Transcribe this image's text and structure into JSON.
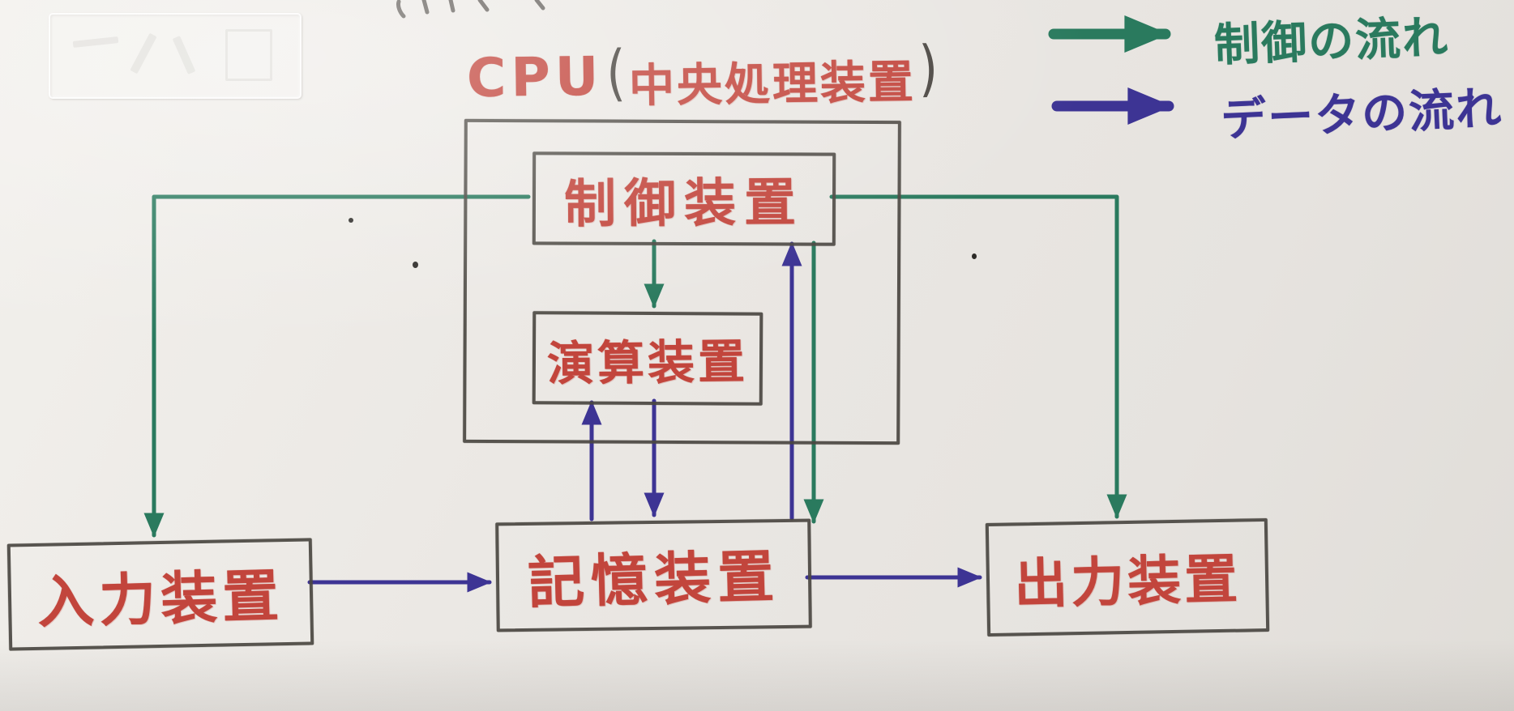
{
  "title": {
    "cpu": "CPU",
    "paren_open": "(",
    "name": "中央処理装置",
    "paren_close": ")"
  },
  "nodes": {
    "control": "制御装置",
    "alu": "演算装置",
    "input": "入力装置",
    "memory": "記憶装置",
    "output": "出力装置"
  },
  "legend": {
    "control_flow": "制御の流れ",
    "data_flow": "データの流れ"
  },
  "flows": {
    "control": [
      {
        "from": "control",
        "to": "input"
      },
      {
        "from": "control",
        "to": "alu"
      },
      {
        "from": "control",
        "to": "memory"
      },
      {
        "from": "control",
        "to": "output"
      }
    ],
    "data": [
      {
        "from": "input",
        "to": "memory"
      },
      {
        "from": "memory",
        "to": "alu"
      },
      {
        "from": "alu",
        "to": "memory"
      },
      {
        "from": "memory",
        "to": "control"
      },
      {
        "from": "memory",
        "to": "output"
      }
    ]
  },
  "colors": {
    "red_ink": "#c2453c",
    "green_ink": "#2a7a5e",
    "blue_ink": "#3d3494",
    "pen_outline": "#4a4641",
    "paper": "#eae7e3"
  }
}
